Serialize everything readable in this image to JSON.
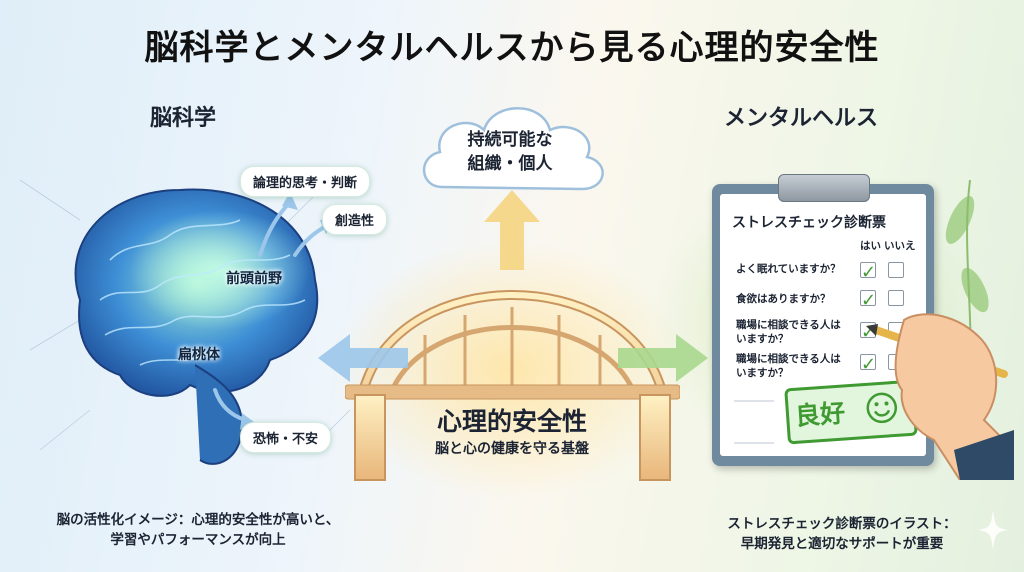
{
  "title": "脳科学とメンタルヘルスから見る心理的安全性",
  "left": {
    "heading": "脳科学",
    "labels": {
      "logic": "論理的思考・判断",
      "creativity": "創造性",
      "prefrontal": "前頭前野",
      "amygdala": "扁桃体",
      "fear": "恐怖・不安"
    },
    "caption_line1": "脳の活性化イメージ：心理的安全性が高いと、",
    "caption_line2": "学習やパフォーマンスが向上"
  },
  "center": {
    "cloud_line1": "持続可能な",
    "cloud_line2": "組織・個人",
    "bridge_title": "心理的安全性",
    "bridge_subtitle": "脳と心の健康を守る基盤"
  },
  "right": {
    "heading": "メンタルヘルス",
    "checklist": {
      "title": "ストレスチェック診断票",
      "col_yes": "はい",
      "col_no": "いいえ",
      "questions": [
        {
          "line1": "よく眠れていますか？",
          "line2": "",
          "checked": "yes"
        },
        {
          "line1": "食欲はありますか？",
          "line2": "",
          "checked": "yes"
        },
        {
          "line1": "職場に相談できる人は",
          "line2": "いますか？",
          "checked": "yes"
        },
        {
          "line1": "職場に相談できる人は",
          "line2": "いますか？",
          "checked": "yes"
        }
      ],
      "stamp_text": "良好",
      "stamp_icon": "smiley-icon"
    },
    "caption_line1": "ストレスチェック診断票のイラスト：",
    "caption_line2": "早期発見と適切なサポートが重要"
  },
  "colors": {
    "check_green": "#3f9a32",
    "arrow_blue": "#9cc6ea",
    "arrow_gold": "#f2c25a",
    "arrow_green": "#a8d88e"
  }
}
